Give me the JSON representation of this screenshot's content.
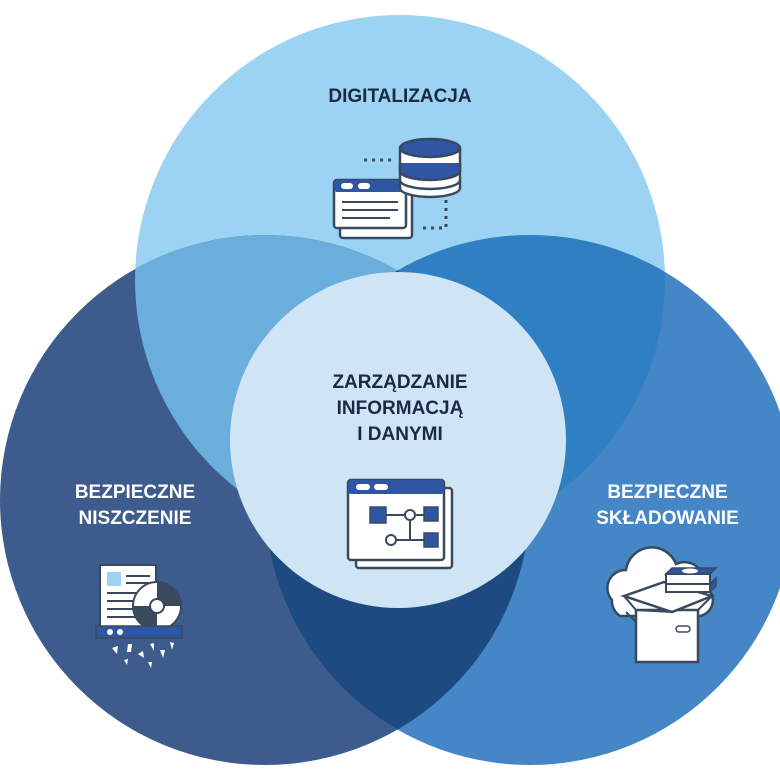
{
  "diagram": {
    "circles": [
      {
        "id": "top",
        "label_lines": [
          "DIGITALIZACJA"
        ],
        "color": "#9dd3f2",
        "icon": "database-window-icon"
      },
      {
        "id": "left",
        "label_lines": [
          "BEZPIECZNE",
          "NISZCZENIE"
        ],
        "color": "#3d5b8c",
        "icon": "document-shredder-icon"
      },
      {
        "id": "right",
        "label_lines": [
          "BEZPIECZNE",
          "SKŁADOWANIE"
        ],
        "color": "#4587c6",
        "icon": "cloud-storage-box-icon"
      },
      {
        "id": "center",
        "label_lines": [
          "ZARZĄDZANIE",
          "INFORMACJĄ",
          "I DANYMI"
        ],
        "color": "#cfe4f5",
        "icon": "workflow-window-icon"
      }
    ],
    "overlap_colors": {
      "top_left": "#6aaedb",
      "top_right": "#2f7fc2",
      "left_right": "#1e4a82"
    },
    "icon_colors": {
      "primary": "#2f56a3",
      "outline": "#3a4a5e",
      "paper": "#ffffff"
    }
  }
}
